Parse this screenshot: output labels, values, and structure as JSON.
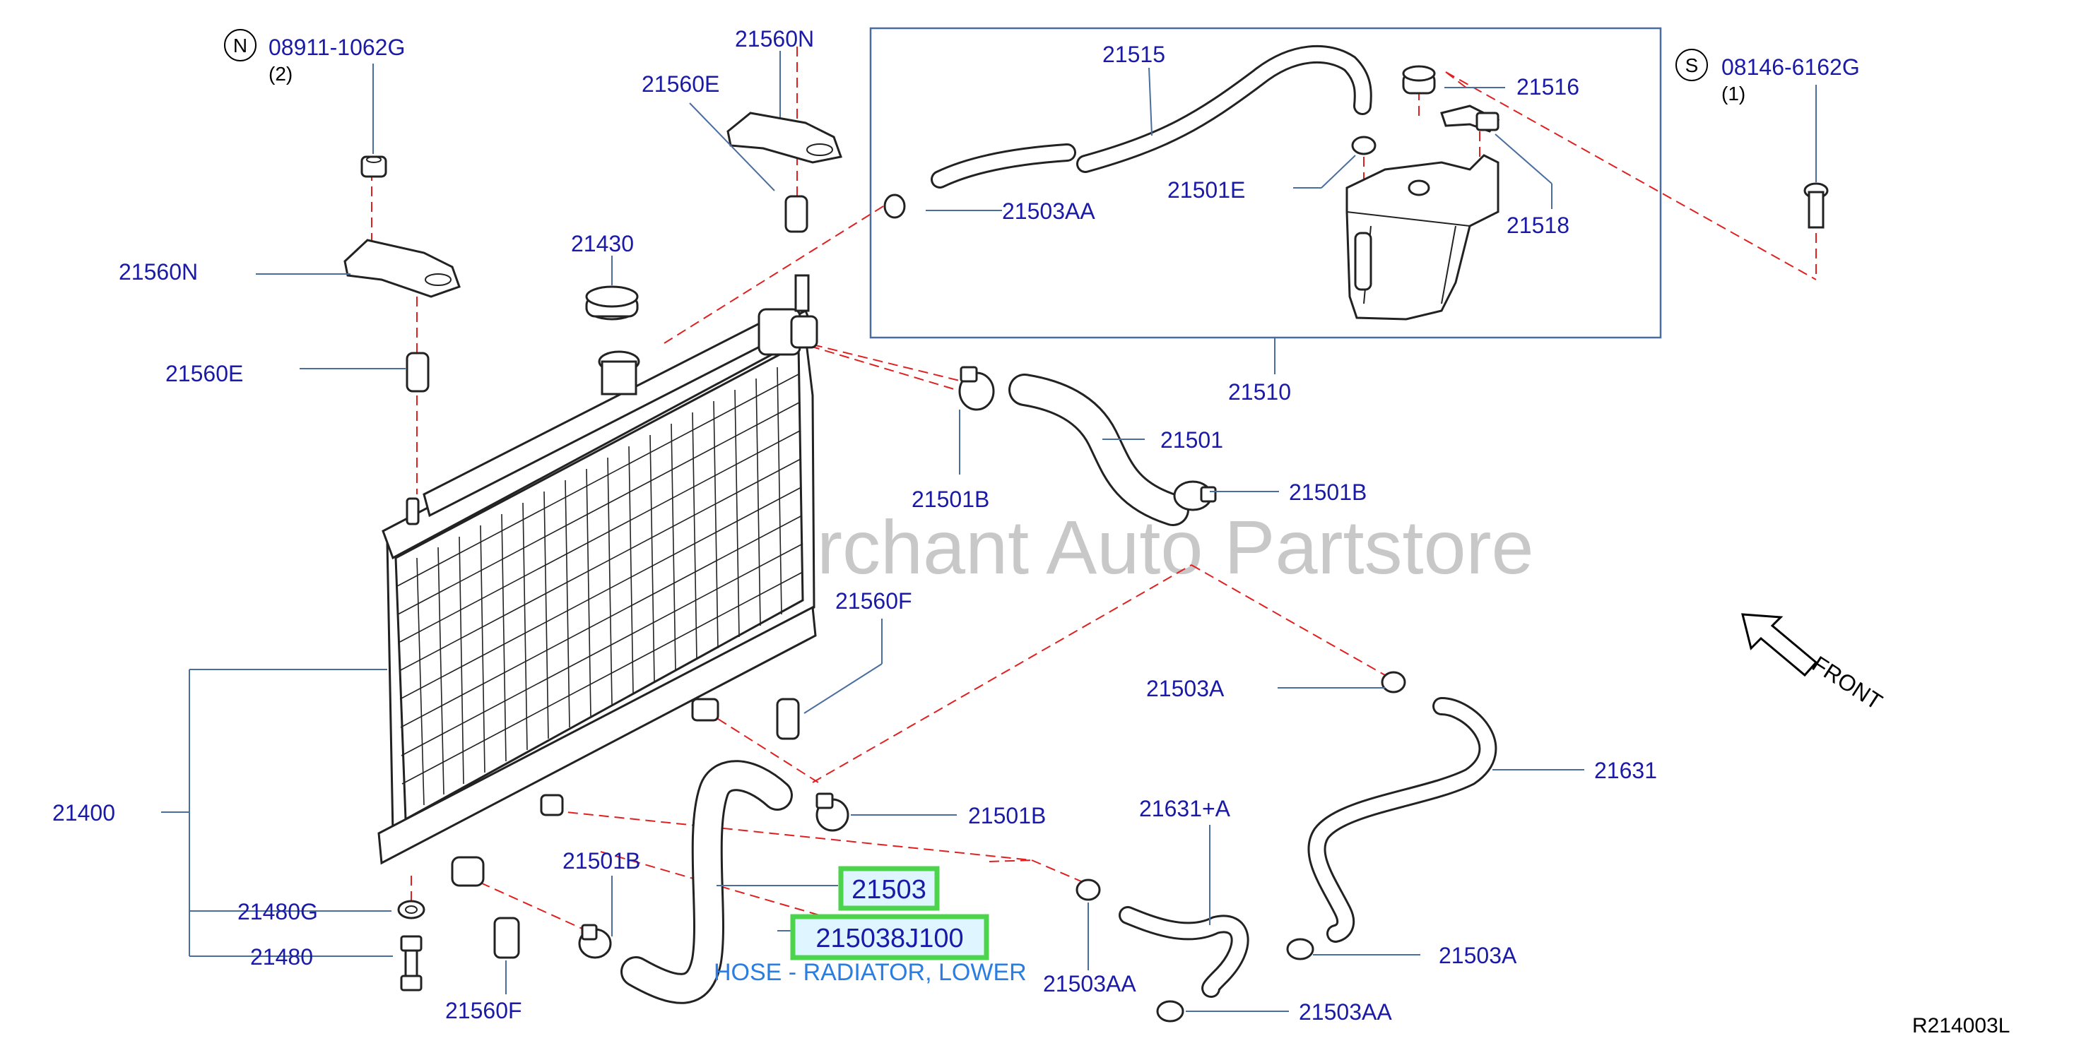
{
  "watermark": "Multi-Merchant Auto Partstore",
  "reference_code": "R214003L",
  "front_label": "FRONT",
  "highlight": {
    "part_number": "21503",
    "full_part_number": "215038J100",
    "description": "HOSE - RADIATOR, LOWER",
    "color": "#4cd44c"
  },
  "fasteners": [
    {
      "letter": "N",
      "part": "08911-1062G",
      "qty": "(2)"
    },
    {
      "letter": "S",
      "part": "08146-6162G",
      "qty": "(1)"
    }
  ],
  "labels": {
    "l21560N_a": "21560N",
    "l21560E_a": "21560E",
    "l21560N_b": "21560N",
    "l21560E_b": "21560E",
    "l21430": "21430",
    "l21515": "21515",
    "l21516": "21516",
    "l21518": "21518",
    "l21501E": "21501E",
    "l21503AA_top": "21503AA",
    "l21510": "21510",
    "l21501": "21501",
    "l21501B_a": "21501B",
    "l21501B_b": "21501B",
    "l21560F_a": "21560F",
    "l21503A_a": "21503A",
    "l21631": "21631",
    "l21400": "21400",
    "l21501B_c": "21501B",
    "l21631A": "21631+A",
    "l21501B_d": "21501B",
    "l21480G": "21480G",
    "l21480": "21480",
    "l21560F_b": "21560F",
    "l21503AA_mid": "21503AA",
    "l21503A_b": "21503A",
    "l21503AA_bot": "21503AA"
  }
}
